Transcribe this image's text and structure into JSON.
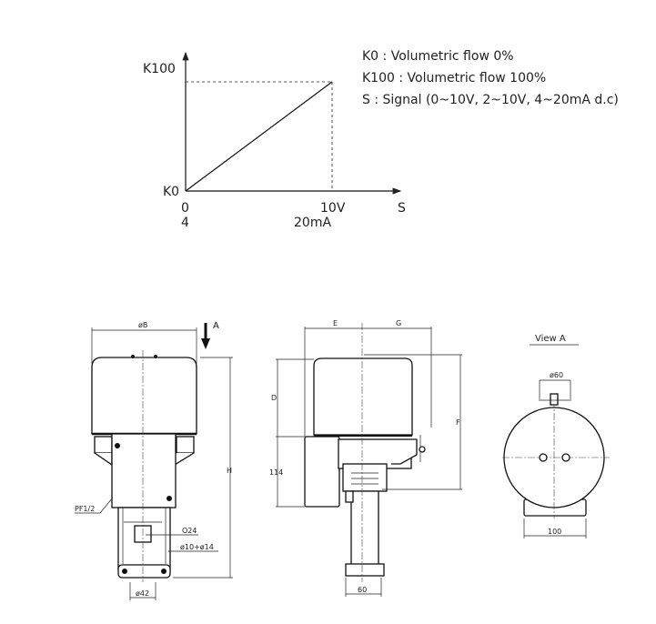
{
  "graph": {
    "y_top_label": "K100",
    "y_origin_label": "K0",
    "x_origin_label_1": "0",
    "x_origin_label_2": "4",
    "x_max_label_1": "10V",
    "x_max_label_2": "20mA",
    "x_axis_label": "S"
  },
  "legend": [
    "K0 : Volumetric flow 0%",
    "K100 : Volumetric flow 100%",
    "S : Signal (0~10V, 2~10V, 4~20mA d.c)"
  ],
  "front_view": {
    "dim_top": "øB",
    "view_arrow": "A",
    "dim_height": "H",
    "port": "PF1/2",
    "nut": "O24",
    "stem": "ø10+ø14",
    "base": "ø42"
  },
  "side_view": {
    "dim_e": "E",
    "dim_g": "G",
    "dim_d": "D",
    "dim_f": "F",
    "dim_114": "114",
    "dim_60": "60"
  },
  "view_a": {
    "title": "View  A",
    "dim_top": "ø60",
    "dim_bottom": "100"
  }
}
